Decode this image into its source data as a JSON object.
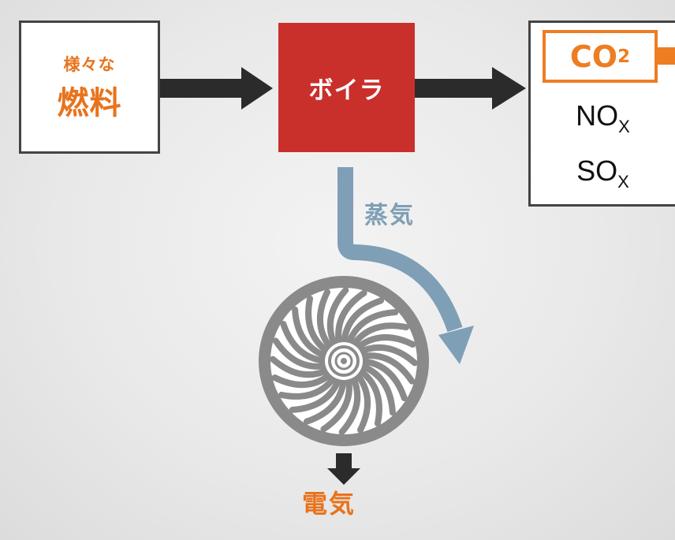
{
  "fuel": {
    "small_label": "様々な",
    "large_label": "燃料"
  },
  "boiler": {
    "label": "ボイラ"
  },
  "emissions": {
    "co2": {
      "base": "CO",
      "sub": "2"
    },
    "nox": {
      "base": "NO",
      "sub": "X"
    },
    "sox": {
      "base": "SO",
      "sub": "X"
    }
  },
  "steam": {
    "label": "蒸気"
  },
  "electricity": {
    "label": "電気"
  },
  "colors": {
    "accent_orange": "#e8731c",
    "boiler_red": "#c9302c",
    "steam_blue": "#7f9fb6",
    "arrow_dark": "#2b2b2b",
    "turbine_gray": "#8a8a8a"
  }
}
